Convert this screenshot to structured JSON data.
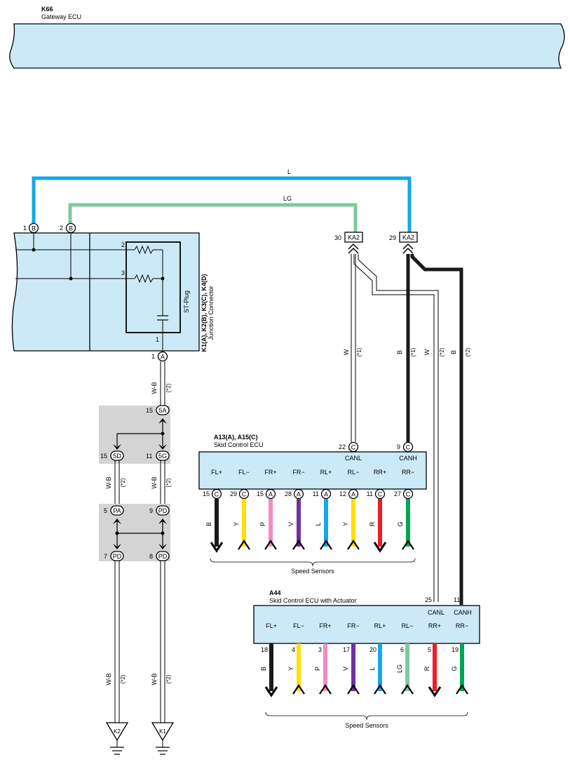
{
  "gateway": {
    "code": "K66",
    "name": "Gateway ECU"
  },
  "bus_wires": {
    "canh_color": "L",
    "canl_color": "LG"
  },
  "junction": {
    "title": "K1(A), K2(B), K3(C), K4(D)",
    "name": "Junction Connector",
    "st_plug": "ST-Plug",
    "pin_canh": "1",
    "pin_canh_conn": "B",
    "pin_canl": "2",
    "pin_canl_conn": "B",
    "int_pin_2": "2",
    "int_pin_3": "3",
    "int_pin_1": "1",
    "out_pin": "1",
    "out_conn": "A"
  },
  "ka2": {
    "left": {
      "pin": "30",
      "label": "KA2"
    },
    "right": {
      "pin": "29",
      "label": "KA2"
    }
  },
  "branch_wires": {
    "w1": {
      "color": "W",
      "note": "(*1)"
    },
    "b1": {
      "color": "B",
      "note": "(*1)"
    },
    "w2": {
      "color": "W",
      "note": "(*2)"
    },
    "b2": {
      "color": "B",
      "note": "(*2)"
    }
  },
  "ground_chain": {
    "wire_top": {
      "color": "W-B",
      "note": "(*2)"
    },
    "j5a": {
      "pin": "15",
      "label": "5A"
    },
    "j5d": {
      "pin": "15",
      "label": "5D"
    },
    "j5g": {
      "pin": "11",
      "label": "5G"
    },
    "wire_mid_left": {
      "color": "W-B",
      "note": "(*2)"
    },
    "wire_mid_right": {
      "color": "W-B",
      "note": "(*2)"
    },
    "jpa": {
      "pin": "5",
      "label": "PA"
    },
    "jpd_top": {
      "pin": "9",
      "label": "PD"
    },
    "jpd_bl": {
      "pin": "7",
      "label": "PD"
    },
    "jpd_br": {
      "pin": "8",
      "label": "PD"
    },
    "wire_bot_left": {
      "color": "W-B",
      "note": "(*2)"
    },
    "wire_bot_right": {
      "color": "W-B",
      "note": "(*2)"
    },
    "ground_k2": "K2",
    "ground_k1": "K1"
  },
  "skid_ecu": {
    "code": "A13(A), A15(C)",
    "name": "Skid Control ECU",
    "canl": {
      "pin": "22",
      "conn": "C",
      "label": "CANL"
    },
    "canh": {
      "pin": "9",
      "conn": "C",
      "label": "CANH"
    },
    "terminals": [
      {
        "label": "FL+",
        "pin": "15",
        "conn": "C",
        "wire": "B",
        "color": "#1a1a1a",
        "dir": "down"
      },
      {
        "label": "FL−",
        "pin": "29",
        "conn": "C",
        "wire": "Y",
        "color": "#ffe000",
        "dir": "up"
      },
      {
        "label": "FR+",
        "pin": "15",
        "conn": "A",
        "wire": "P",
        "color": "#f08cc0",
        "dir": "up"
      },
      {
        "label": "FR−",
        "pin": "28",
        "conn": "A",
        "wire": "V",
        "color": "#7030a0",
        "dir": "up"
      },
      {
        "label": "RL+",
        "pin": "11",
        "conn": "A",
        "wire": "L",
        "color": "#14a8e6",
        "dir": "up"
      },
      {
        "label": "RL−",
        "pin": "12",
        "conn": "A",
        "wire": "Y",
        "color": "#ffe000",
        "dir": "up"
      },
      {
        "label": "RR+",
        "pin": "11",
        "conn": "C",
        "wire": "R",
        "color": "#ee1c25",
        "dir": "down"
      },
      {
        "label": "RR−",
        "pin": "27",
        "conn": "C",
        "wire": "G",
        "color": "#00a651",
        "dir": "up"
      }
    ],
    "sensors_label": "Speed Sensors"
  },
  "actuator_ecu": {
    "code": "A44",
    "name": "Skid Control ECU with Actuator",
    "canl": {
      "pin": "25",
      "label": "CANL"
    },
    "canh": {
      "pin": "11",
      "label": "CANH"
    },
    "terminals": [
      {
        "label": "FL+",
        "pin": "18",
        "wire": "B",
        "color": "#1a1a1a",
        "dir": "down"
      },
      {
        "label": "FL−",
        "pin": "4",
        "wire": "Y",
        "color": "#ffe000",
        "dir": "up"
      },
      {
        "label": "FR+",
        "pin": "3",
        "wire": "P",
        "color": "#f08cc0",
        "dir": "up"
      },
      {
        "label": "FR−",
        "pin": "17",
        "wire": "V",
        "color": "#7030a0",
        "dir": "up"
      },
      {
        "label": "RL+",
        "pin": "20",
        "wire": "L",
        "color": "#14a8e6",
        "dir": "up"
      },
      {
        "label": "RL−",
        "pin": "6",
        "wire": "LG",
        "color": "#80c8a0",
        "dir": "up"
      },
      {
        "label": "RR+",
        "pin": "5",
        "wire": "R",
        "color": "#ee1c25",
        "dir": "down"
      },
      {
        "label": "RR−",
        "pin": "19",
        "wire": "G",
        "color": "#00a651",
        "dir": "up"
      }
    ],
    "sensors_label": "Speed Sensors"
  },
  "colors": {
    "box_fill": "#cce9f7",
    "canh_wire": "#14a8e6",
    "canl_wire": "#80c8a0",
    "junction_gray": "#d4d4d4"
  }
}
